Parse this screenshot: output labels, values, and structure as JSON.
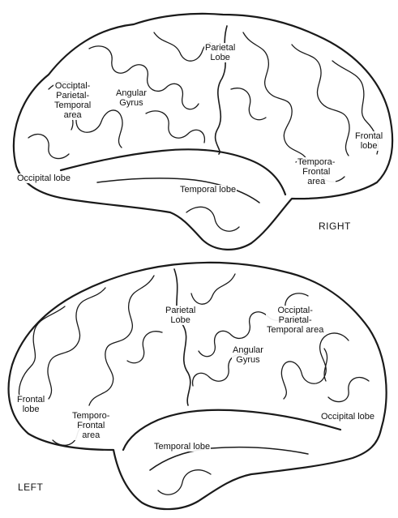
{
  "right_brain": {
    "side_label": "RIGHT",
    "labels": {
      "parietal": "Parietal\nLobe",
      "occipital_parietal_temporal": "Occiptal-\nParietal-\nTemporal\narea",
      "angular_gyrus": "Angular\nGyrus",
      "frontal": "Frontal\nlobe",
      "temporo_frontal": "Tempora-\nFrontal\narea",
      "occipital": "Occipital lobe",
      "temporal": "Temporal lobe"
    }
  },
  "left_brain": {
    "side_label": "LEFT",
    "labels": {
      "parietal": "Parietal\nLobe",
      "occipital_parietal_temporal": "Occiptal-\nParietal-\nTemporal  area",
      "angular_gyrus": "Angular\nGyrus",
      "frontal": "Frontal\nlobe",
      "temporo_frontal": "Temporo-\nFrontal\narea",
      "occipital": "Occipital lobe",
      "temporal": "Temporal lobe"
    }
  }
}
